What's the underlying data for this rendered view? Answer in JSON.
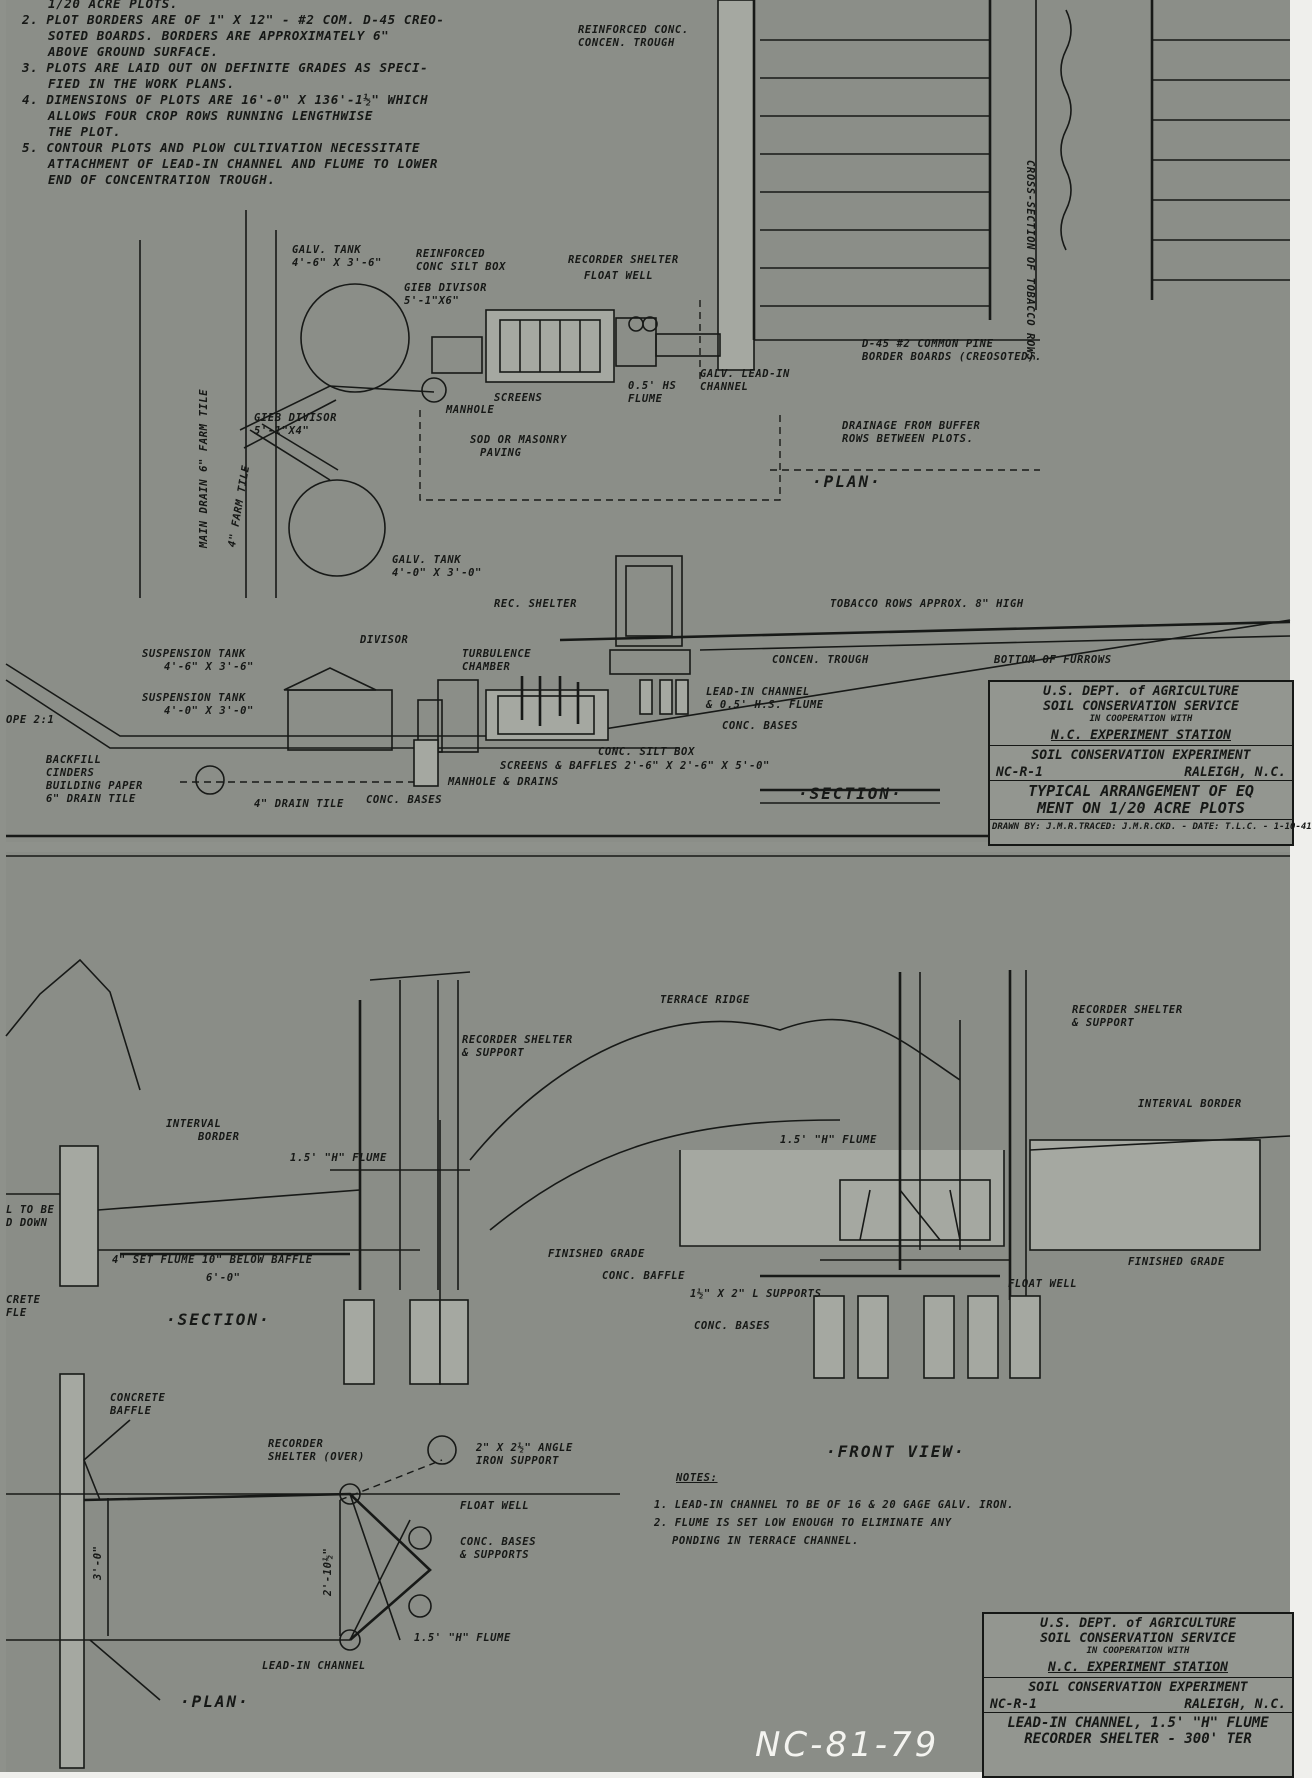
{
  "sheet_top": {
    "notes": [
      "1/20 ACRE PLOTS.",
      "2. PLOT BORDERS ARE OF 1\" x 12\" - #2 COM. D-45 CREO-",
      "SOTED BOARDS. BORDERS ARE APPROXIMATELY 6\"",
      "ABOVE GROUND SURFACE.",
      "3. PLOTS ARE LAID OUT ON DEFINITE GRADES AS SPECI-",
      "FIED IN THE WORK PLANS.",
      "4. DIMENSIONS OF PLOTS ARE 16'-0\" x 136'-1½\" WHICH",
      "ALLOWS FOUR CROP ROWS RUNNING LENGTHWISE",
      "THE PLOT.",
      "5. CONTOUR PLOTS AND PLOW CULTIVATION NECESSITATE",
      "ATTACHMENT OF LEAD-IN CHANNEL AND FLUME TO LOWER",
      "END OF CONCENTRATION TROUGH."
    ],
    "plan": {
      "title": "·PLAN·",
      "labels": {
        "reinforced_trough": [
          "REINFORCED CONC.",
          "CONCEN. TROUGH"
        ],
        "cross_section": "CROSS-SECTION OF TOBACCO ROWS",
        "galv_tank_1": [
          "GALV. TANK",
          "4'-6\" x 3'-6\""
        ],
        "silt_box": [
          "REINFORCED",
          "CONC SILT BOX"
        ],
        "gieb_divisor": [
          "GIEB DIVISOR",
          "5'-1\"x6\""
        ],
        "recorder_shelter": "RECORDER SHELTER",
        "float_well": "FLOAT WELL",
        "d45_border": [
          "D-45 #2 COMMON PINE",
          "BORDER BOARDS (CREOSOTED)."
        ],
        "galv_lead_in": [
          "GALV. LEAD-IN",
          "CHANNEL"
        ],
        "flume": [
          "0.5' HS",
          "FLUME"
        ],
        "screens": "SCREENS",
        "manhole": "MANHOLE",
        "gieb_divisor_2": [
          "GIEB DIVISOR",
          "5'-1\"x4\""
        ],
        "main_drain": "MAIN DRAIN 6\" FARM TILE",
        "farm_tile": "4\" FARM TILE",
        "sod": [
          "SOD OR MASONRY",
          "PAVING"
        ],
        "drainage": [
          "DRAINAGE FROM BUFFER",
          "ROWS BETWEEN PLOTS."
        ],
        "galv_tank_2": [
          "GALV. TANK",
          "4'-0\" x 3'-0\""
        ]
      }
    },
    "section": {
      "title": "·SECTION·",
      "labels": {
        "rec_shelter": "REC. SHELTER",
        "tobacco_rows": "TOBACCO ROWS APPROX. 8\" HIGH",
        "divisor": "DIVISOR",
        "suspension_tank_1": [
          "SUSPENSION TANK",
          "4'-6\" x 3'-6\""
        ],
        "turbulence": [
          "TURBULENCE",
          "CHAMBER"
        ],
        "concen_trough": "CONCEN. TROUGH",
        "bottom_furrows": "BOTTOM OF FURROWS",
        "suspension_tank_2": [
          "SUSPENSION TANK",
          "4'-0\" x 3'-0\""
        ],
        "lead_in": [
          "LEAD-IN CHANNEL",
          "& 0.5' H.S. FLUME"
        ],
        "conc_bases": "CONC. BASES",
        "slope": "OPE 2:1",
        "conc_silt_box": "CONC. SILT BOX",
        "screens_baffles": "SCREENS & BAFFLES 2'-6\" x 2'-6\" x 5'-0\"",
        "backfill": [
          "BACKFILL",
          "CINDERS",
          "BUILDING PAPER",
          "6\" DRAIN TILE"
        ],
        "manhole_drains": "MANHOLE & DRAINS",
        "drain_tile_4": "4\" DRAIN TILE",
        "conc_bases_2": "CONC. BASES"
      }
    },
    "title_block": {
      "agency": [
        "U.S. DEPT. of AGRICULTURE",
        "SOIL CONSERVATION SERVICE"
      ],
      "coop": "IN COOPERATION WITH",
      "station": "N.C. EXPERIMENT STATION",
      "experiment": "SOIL CONSERVATION EXPERIMENT",
      "code": "NC-R-1",
      "place": "RALEIGH, N.C.",
      "title": [
        "TYPICAL ARRANGEMENT OF EQ",
        "MENT ON 1/20 ACRE PLOTS"
      ],
      "signatures": [
        "DRAWN BY: J.M.R.",
        "TRACED: J.M.R.",
        "CKD. - DATE: T.L.C. - 1-10-41"
      ]
    }
  },
  "sheet_bottom": {
    "section": {
      "title": "·SECTION·",
      "labels": {
        "interval_border": [
          "INTERVAL",
          "BORDER"
        ],
        "recorder_support": [
          "RECORDER SHELTER",
          "& SUPPORT"
        ],
        "flume": "1.5' \"H\" FLUME",
        "to_be_down": [
          "L TO BE",
          "D DOWN"
        ],
        "set_flume": "4\" SET FLUME 10\" BELOW BAFFLE",
        "dim": "6'-0\"",
        "crete": [
          "CRETE",
          "FLE"
        ]
      }
    },
    "front_view": {
      "title": "·FRONT VIEW·",
      "labels": {
        "terrace_ridge": "TERRACE RIDGE",
        "recorder_support": [
          "RECORDER SHELTER",
          "& SUPPORT"
        ],
        "interval_border": "INTERVAL BORDER",
        "flume": "1.5' \"H\" FLUME",
        "finished_grade_1": "FINISHED GRADE",
        "conc_baffle": "CONC. BAFFLE",
        "supports": "1½\" x 2\" L SUPPORTS",
        "float_well": "FLOAT WELL",
        "finished_grade_2": "FINISHED GRADE",
        "conc_bases": "CONC. BASES"
      }
    },
    "plan": {
      "title": "·PLAN·",
      "labels": {
        "concrete_baffle": [
          "CONCRETE",
          "BAFFLE"
        ],
        "recorder_over": [
          "RECORDER",
          "SHELTER (OVER)"
        ],
        "angle_iron": [
          "2\" x 2½\" ANGLE",
          "IRON SUPPORT"
        ],
        "float_well": "FLOAT WELL",
        "conc_bases": [
          "CONC. BASES",
          "& SUPPORTS"
        ],
        "dim_3": "3'-0\"",
        "dim_2": "2'-10½\"",
        "flume": "1.5' \"H\" FLUME",
        "lead_in": "LEAD-IN CHANNEL"
      }
    },
    "notes_title": "NOTES:",
    "notes": [
      "1. LEAD-IN CHANNEL TO BE OF 16 & 20 GAGE GALV. IRON.",
      "2. FLUME IS SET LOW ENOUGH TO ELIMINATE ANY",
      "PONDING IN TERRACE CHANNEL."
    ],
    "title_block": {
      "agency": [
        "U.S. DEPT. of AGRICULTURE",
        "SOIL CONSERVATION SERVICE"
      ],
      "coop": "IN COOPERATION WITH",
      "station": "N.C. EXPERIMENT STATION",
      "experiment": "SOIL CONSERVATION EXPERIMENT",
      "code": "NC-R-1",
      "place": "RALEIGH, N.C.",
      "title": [
        "LEAD-IN CHANNEL, 1.5' \"H\" FLUME",
        "RECORDER SHELTER - 300' TER"
      ]
    }
  },
  "stamp": "NC-81-79"
}
